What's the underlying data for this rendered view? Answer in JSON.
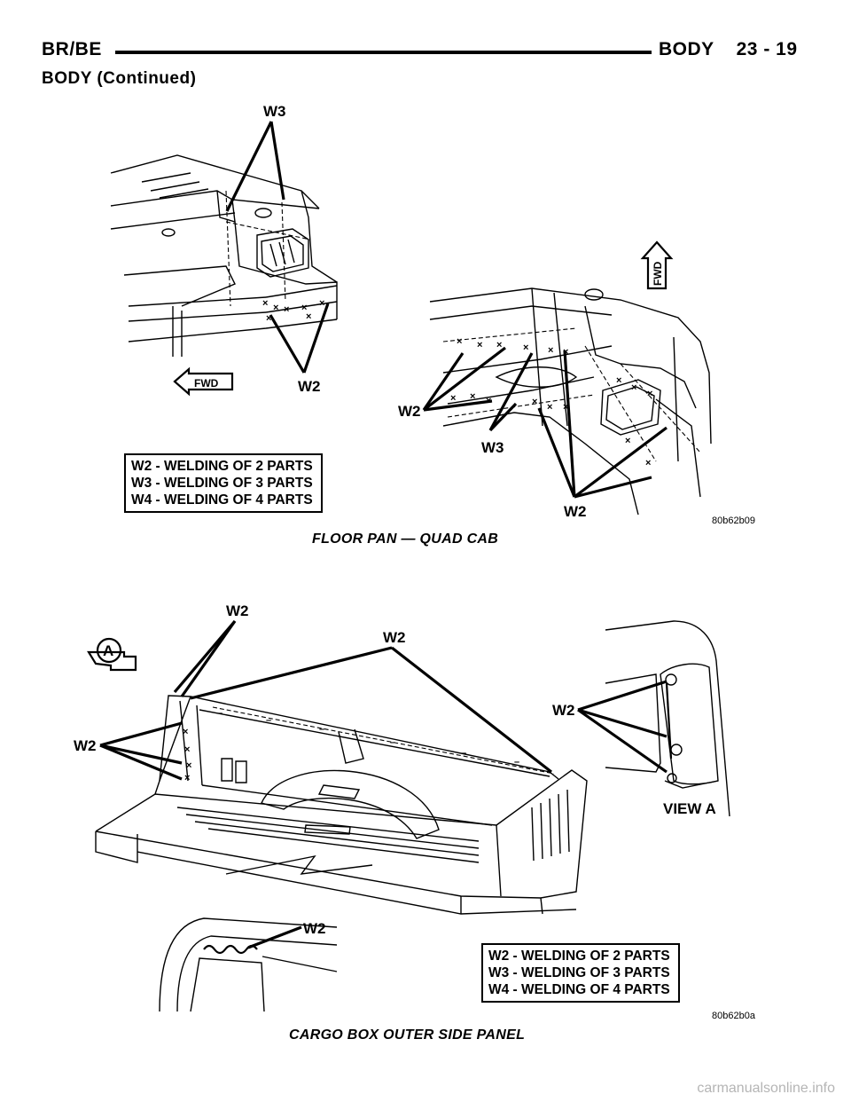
{
  "header": {
    "left": "BR/BE",
    "right": "BODY    23 - 19",
    "continued": "BODY (Continued)"
  },
  "figure1": {
    "callouts": {
      "w3_top": "W3",
      "w2_left": "W2",
      "w2_mid": "W2",
      "w3_mid": "W3",
      "w2_bottom": "W2"
    },
    "fwd_left": "FWD",
    "fwd_right": "FWD",
    "legend": [
      "W2 - WELDING OF 2 PARTS",
      "W3 - WELDING OF 3 PARTS",
      "W4 - WELDING OF 4 PARTS"
    ],
    "figure_id": "80b62b09",
    "caption": "FLOOR PAN — QUAD CAB"
  },
  "figure2": {
    "callouts": {
      "w2_top": "W2",
      "w2_top_right": "W2",
      "w2_left": "W2",
      "w2_view": "W2",
      "w2_bottom": "W2"
    },
    "view_marker": "A",
    "view_label": "VIEW A",
    "legend": [
      "W2 - WELDING OF 2 PARTS",
      "W3 - WELDING OF 3 PARTS",
      "W4 - WELDING OF 4 PARTS"
    ],
    "figure_id": "80b62b0a",
    "caption": "CARGO BOX OUTER SIDE PANEL"
  },
  "watermark": "carmanualsonline.info"
}
